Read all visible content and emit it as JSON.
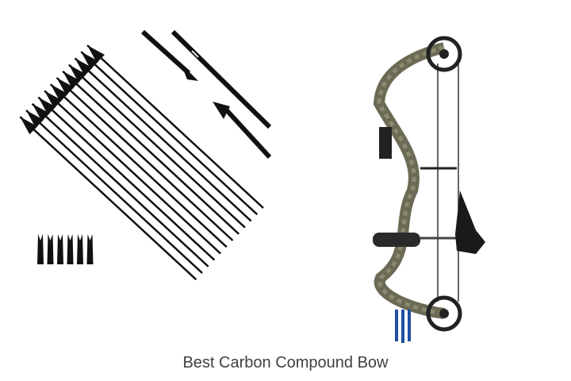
{
  "product": {
    "caption": "Best Carbon Compound Bow",
    "arrow_count": 12,
    "nock_count": 6,
    "colors": {
      "shaft": "#111111",
      "camo": "#6b6a55",
      "fletching": "#1f4fa0"
    }
  }
}
